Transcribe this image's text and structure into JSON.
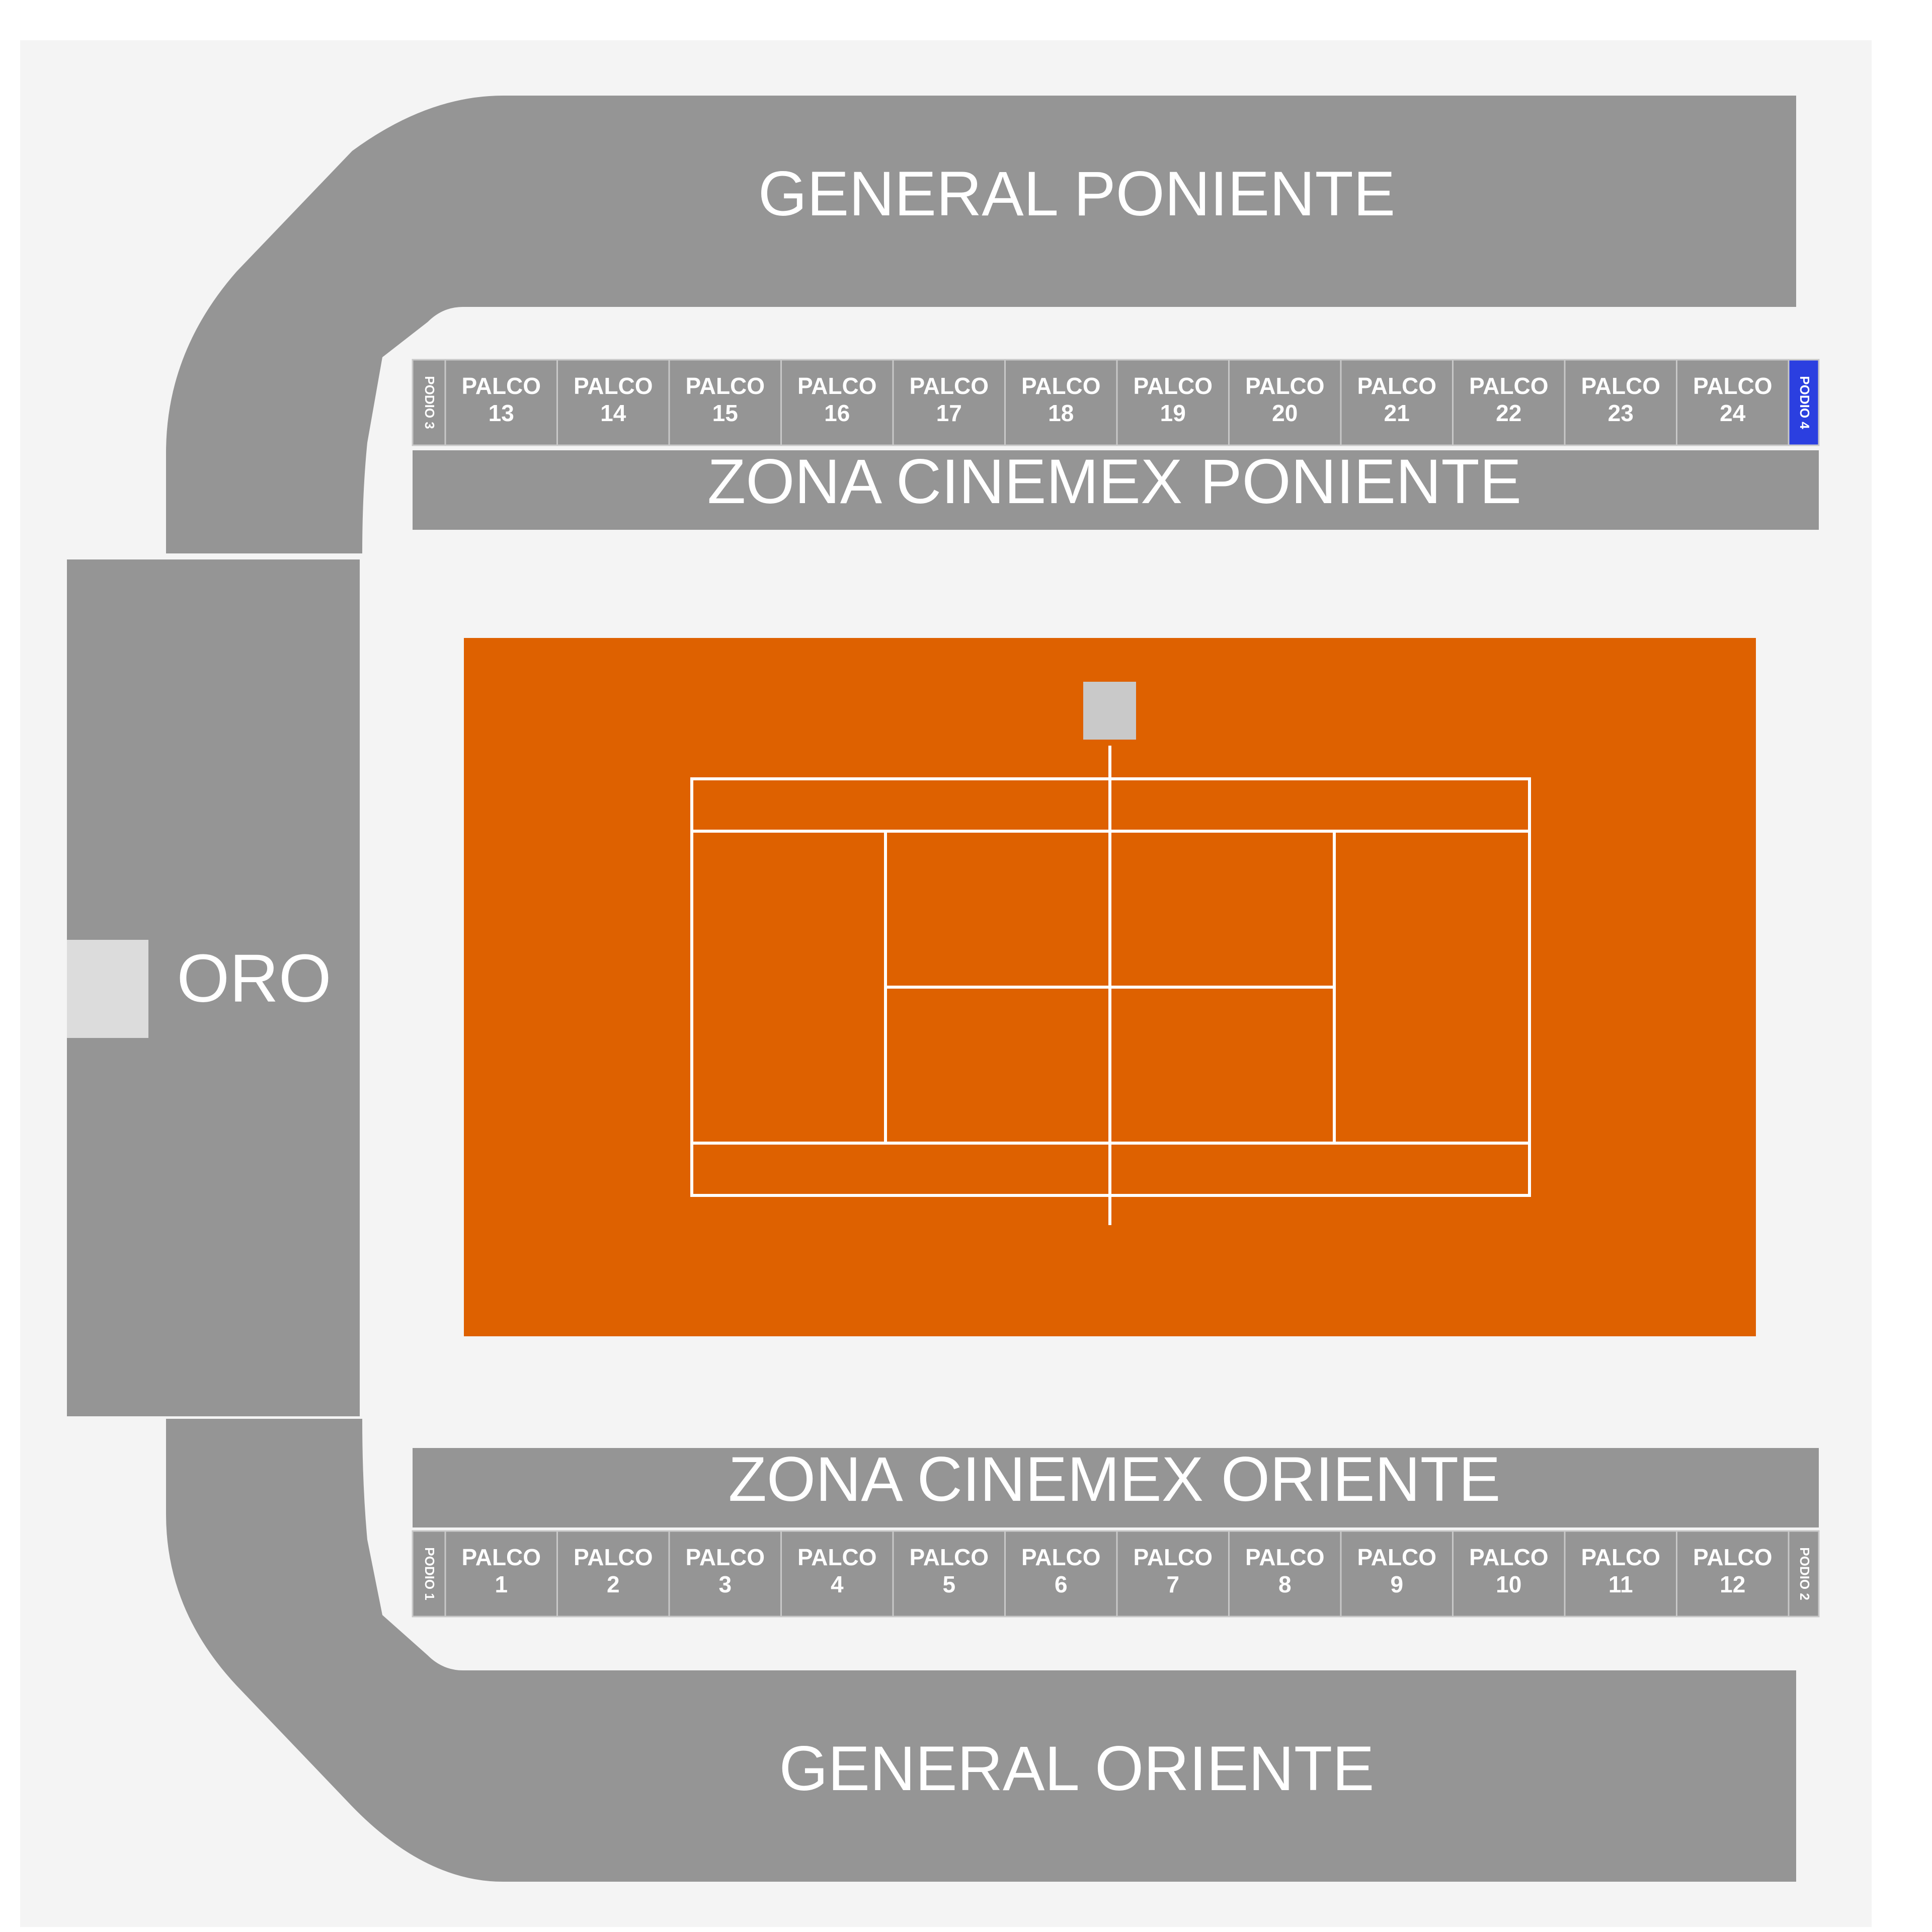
{
  "colors": {
    "background": "#f4f4f4",
    "section": "#959595",
    "section_border": "#c8c8c8",
    "court": "#de6100",
    "court_lines": "#ffffff",
    "umpire_box": "#c9c9c9",
    "oro_box": "#dcdcdc",
    "highlight": "#2b3fe0"
  },
  "sections": {
    "general_poniente": "GENERAL PONIENTE",
    "general_oriente": "GENERAL ORIENTE",
    "zona_cinemex_poniente": "ZONA CINEMEX PONIENTE",
    "zona_cinemex_oriente": "ZONA CINEMEX ORIENTE",
    "oro": "ORO"
  },
  "palcos_poniente": [
    {
      "label": "PALCO",
      "number": "13"
    },
    {
      "label": "PALCO",
      "number": "14"
    },
    {
      "label": "PALCO",
      "number": "15"
    },
    {
      "label": "PALCO",
      "number": "16"
    },
    {
      "label": "PALCO",
      "number": "17"
    },
    {
      "label": "PALCO",
      "number": "18"
    },
    {
      "label": "PALCO",
      "number": "19"
    },
    {
      "label": "PALCO",
      "number": "20"
    },
    {
      "label": "PALCO",
      "number": "21"
    },
    {
      "label": "PALCO",
      "number": "22"
    },
    {
      "label": "PALCO",
      "number": "23"
    },
    {
      "label": "PALCO",
      "number": "24"
    }
  ],
  "palcos_oriente": [
    {
      "label": "PALCO",
      "number": "1"
    },
    {
      "label": "PALCO",
      "number": "2"
    },
    {
      "label": "PALCO",
      "number": "3"
    },
    {
      "label": "PALCO",
      "number": "4"
    },
    {
      "label": "PALCO",
      "number": "5"
    },
    {
      "label": "PALCO",
      "number": "6"
    },
    {
      "label": "PALCO",
      "number": "7"
    },
    {
      "label": "PALCO",
      "number": "8"
    },
    {
      "label": "PALCO",
      "number": "9"
    },
    {
      "label": "PALCO",
      "number": "10"
    },
    {
      "label": "PALCO",
      "number": "11"
    },
    {
      "label": "PALCO",
      "number": "12"
    }
  ],
  "podios": {
    "p1": "PODIO 1",
    "p2": "PODIO 2",
    "p3": "PODIO 3",
    "p4": "PODIO 4"
  }
}
